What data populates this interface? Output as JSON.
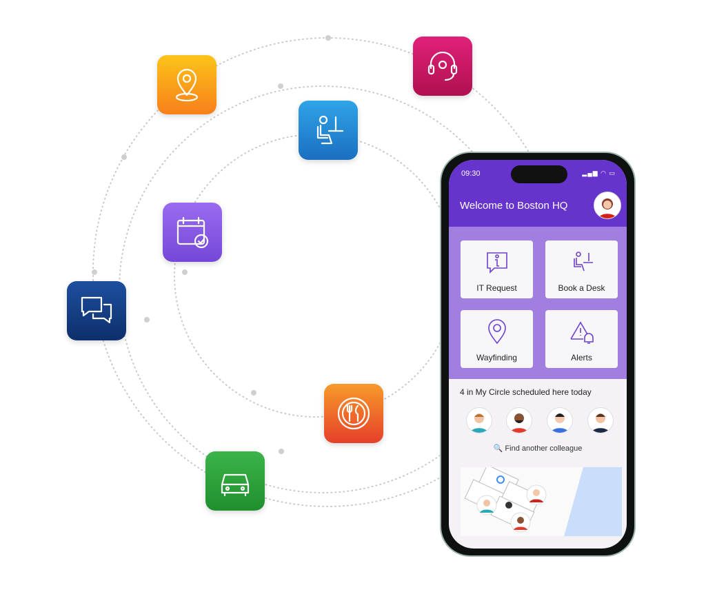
{
  "phone": {
    "status_time": "09:30",
    "header": {
      "title": "Welcome to Boston HQ"
    },
    "tiles": [
      {
        "label": "IT Request",
        "icon": "info-chat-icon"
      },
      {
        "label": "Book a Desk",
        "icon": "desk-icon"
      },
      {
        "label": "Wayfinding",
        "icon": "location-pin-icon"
      },
      {
        "label": "Alerts",
        "icon": "alert-bell-icon"
      }
    ],
    "circle": {
      "title": "4 in My Circle scheduled here today",
      "find_label": "Find another colleague"
    }
  },
  "colors": {
    "header": "#6633cc",
    "tiles_bg": "#a07fe0",
    "accent": "#6c3fd0"
  }
}
